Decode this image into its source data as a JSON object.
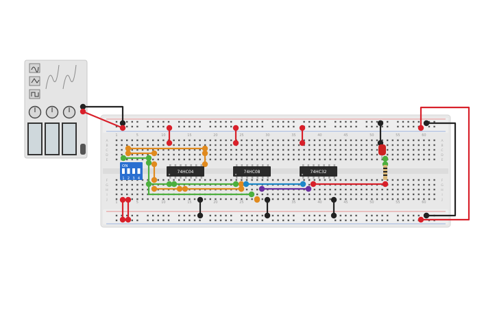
{
  "colors": {
    "background": "#ffffff",
    "board": "#e8e8e8",
    "board_edge": "#d6d6d6",
    "hole": "#555555",
    "rail_red": "#e07070",
    "rail_blue": "#7d9fd8",
    "chip": "#2b2b2b",
    "chip_text": "#ffffff",
    "wire_red": "#d8202a",
    "wire_black": "#222222",
    "wire_orange": "#e08a1e",
    "wire_green": "#4caf3e",
    "wire_blue": "#1e88c8",
    "wire_purple": "#6a2fa0",
    "dip_switch": "#2a6fd0",
    "led": "#cc2222",
    "resistor": "#d9b878",
    "power_supply": "#e5e5e5"
  },
  "power_supply": {
    "name": "power-supply",
    "knob_count": 3,
    "display_count": 3,
    "waveform_icons": [
      "sine-wave-icon",
      "triangle-wave-icon",
      "square-wave-icon"
    ]
  },
  "breadboard": {
    "column_numbers": [
      "1",
      "5",
      "10",
      "15",
      "20",
      "25",
      "30",
      "35",
      "40",
      "45",
      "50",
      "55",
      "60"
    ],
    "row_letters_top": [
      "A",
      "B",
      "C",
      "D",
      "E"
    ],
    "row_letters_bottom": [
      "F",
      "G",
      "H",
      "I",
      "J"
    ]
  },
  "chips": [
    {
      "label": "74HC04",
      "name": "chip-74hc04"
    },
    {
      "label": "74HC08",
      "name": "chip-74hc08"
    },
    {
      "label": "74HC32",
      "name": "chip-74hc32"
    }
  ],
  "dip_switch": {
    "label": "ON",
    "positions": [
      "1",
      "2",
      "3",
      "4"
    ]
  },
  "led": {
    "color": "red"
  },
  "resistor": {
    "present": true
  }
}
